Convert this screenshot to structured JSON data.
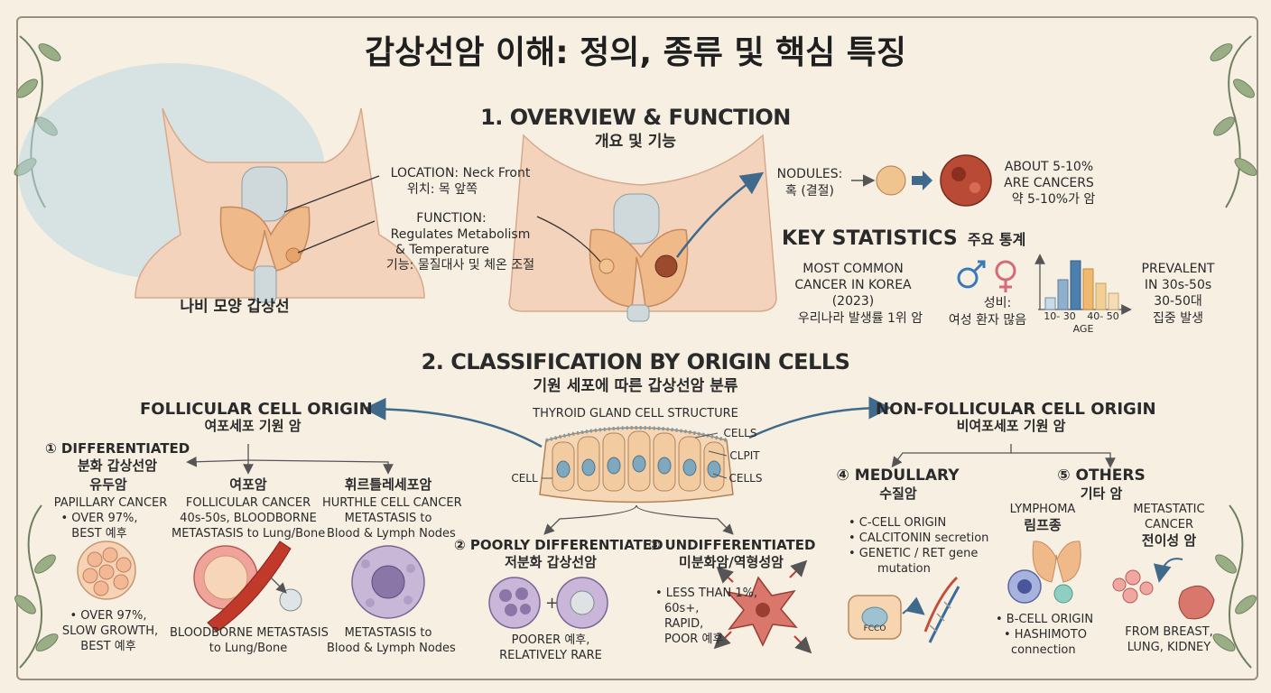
{
  "title": "갑상선암 이해: 정의, 종류 및 핵심 특징",
  "section1": {
    "heading": "1. OVERVIEW & FUNCTION",
    "subheading": "개요 및 기능",
    "left_illustration": {
      "caption": "나비 모양 갑상선",
      "location_en": "LOCATION: Neck Front",
      "location_ko": "위치: 목 앞쪽",
      "function_en_1": "FUNCTION:",
      "function_en_2": "Regulates Metabolism",
      "function_en_3": "& Temperature",
      "function_ko": "기능: 물질대사 및 체온 조절"
    },
    "nodules": {
      "label_en": "NODULES:",
      "label_ko": "혹 (결절)",
      "cancer_en_1": "ABOUT 5-10%",
      "cancer_en_2": "ARE CANCERS",
      "cancer_ko": "약 5-10%가 암"
    },
    "stats": {
      "heading": "KEY STATISTICS",
      "heading_ko": "주요 통계",
      "common_1": "MOST COMMON",
      "common_2": "CANCER IN KOREA",
      "common_3": "(2023)",
      "common_ko": "우리나라 발생률 1위 암",
      "gender_ko_1": "성비:",
      "gender_ko_2": "여성 환자 많음",
      "age_tick_1": "10- 30",
      "age_tick_2": "40- 50",
      "age_axis": "AGE",
      "prevalent_1": "PREVALENT",
      "prevalent_2": "IN 30s-50s",
      "prevalent_ko_1": "30-50대",
      "prevalent_ko_2": "집중 발생"
    }
  },
  "section2": {
    "heading": "2. CLASSIFICATION BY ORIGIN CELLS",
    "subheading": "기원 세포에 따른 갑상선암 분류",
    "structure": {
      "title": "THYROID GLAND CELL STRUCTURE",
      "cells_top": "CELLS",
      "clpit": "CLPIT",
      "cells_right": "CELLS",
      "cell_left": "CELL"
    },
    "follicular": {
      "heading": "FOLLICULAR CELL ORIGIN",
      "heading_ko": "여포세포 기원 암",
      "differentiated": "① DIFFERENTIATED",
      "differentiated_ko": "분화 갑상선암",
      "papillary_ko": "유두암",
      "papillary_en": "PAPILLARY CANCER",
      "papillary_d1": "• OVER 97%,",
      "papillary_d2": "BEST 예후",
      "papillary_f1": "• OVER 97%,",
      "papillary_f2": "SLOW GROWTH,",
      "papillary_f3": "BEST 예후",
      "follicular_ko": "여포암",
      "follicular_en": "FOLLICULAR CANCER",
      "follicular_d1": "40s-50s, BLOODBORNE",
      "follicular_d2": "METASTASIS to Lung/Bone",
      "follicular_f1": "BLOODBORNE METASTASIS",
      "follicular_f2": "to Lung/Bone",
      "hurthle_ko": "휘르틀레세포암",
      "hurthle_en": "HURTHLE CELL CANCER",
      "hurthle_d1": "METASTASIS to",
      "hurthle_d2": "Blood & Lymph Nodes",
      "hurthle_f1": "METASTASIS to",
      "hurthle_f2": "Blood & Lymph Nodes"
    },
    "poorly": {
      "heading": "② POORLY DIFFERENTIATED",
      "heading_ko": "저분화 갑상선암",
      "d1": "POORER 예후,",
      "d2": "RELATIVELY RARE"
    },
    "undiff": {
      "heading": "③ UNDIFFERENTIATED",
      "heading_ko": "미분화암/역형성암",
      "d1": "• LESS THAN 1%,",
      "d2": "60s+,",
      "d3": "RAPID,",
      "d4": "POOR 예후"
    },
    "nonfollicular": {
      "heading": "NON-FOLLICULAR CELL ORIGIN",
      "heading_ko": "비여포세포 기원 암",
      "medullary": "④ MEDULLARY",
      "medullary_ko": "수질암",
      "med_d1": "• C-CELL ORIGIN",
      "med_d2": "• CALCITONIN secretion",
      "med_d3": "• GENETIC / RET gene",
      "med_d4": "mutation",
      "ccell_label": "FCCO",
      "others": "⑤ OTHERS",
      "others_ko": "기타 암",
      "lymphoma_en": "LYMPHOMA",
      "lymphoma_ko": "림프종",
      "lym_d1": "• B-CELL ORIGIN",
      "lym_d2": "• HASHIMOTO",
      "lym_d3": "connection",
      "meta_en_1": "METASTATIC",
      "meta_en_2": "CANCER",
      "meta_ko": "전이성 암",
      "meta_d1": "FROM BREAST,",
      "meta_d2": "LUNG, KIDNEY"
    }
  },
  "colors": {
    "background": "#f7efe2",
    "thyroid": "#f0b98a",
    "arrow": "#3f6a8c",
    "leaf": "#8fa07a"
  }
}
